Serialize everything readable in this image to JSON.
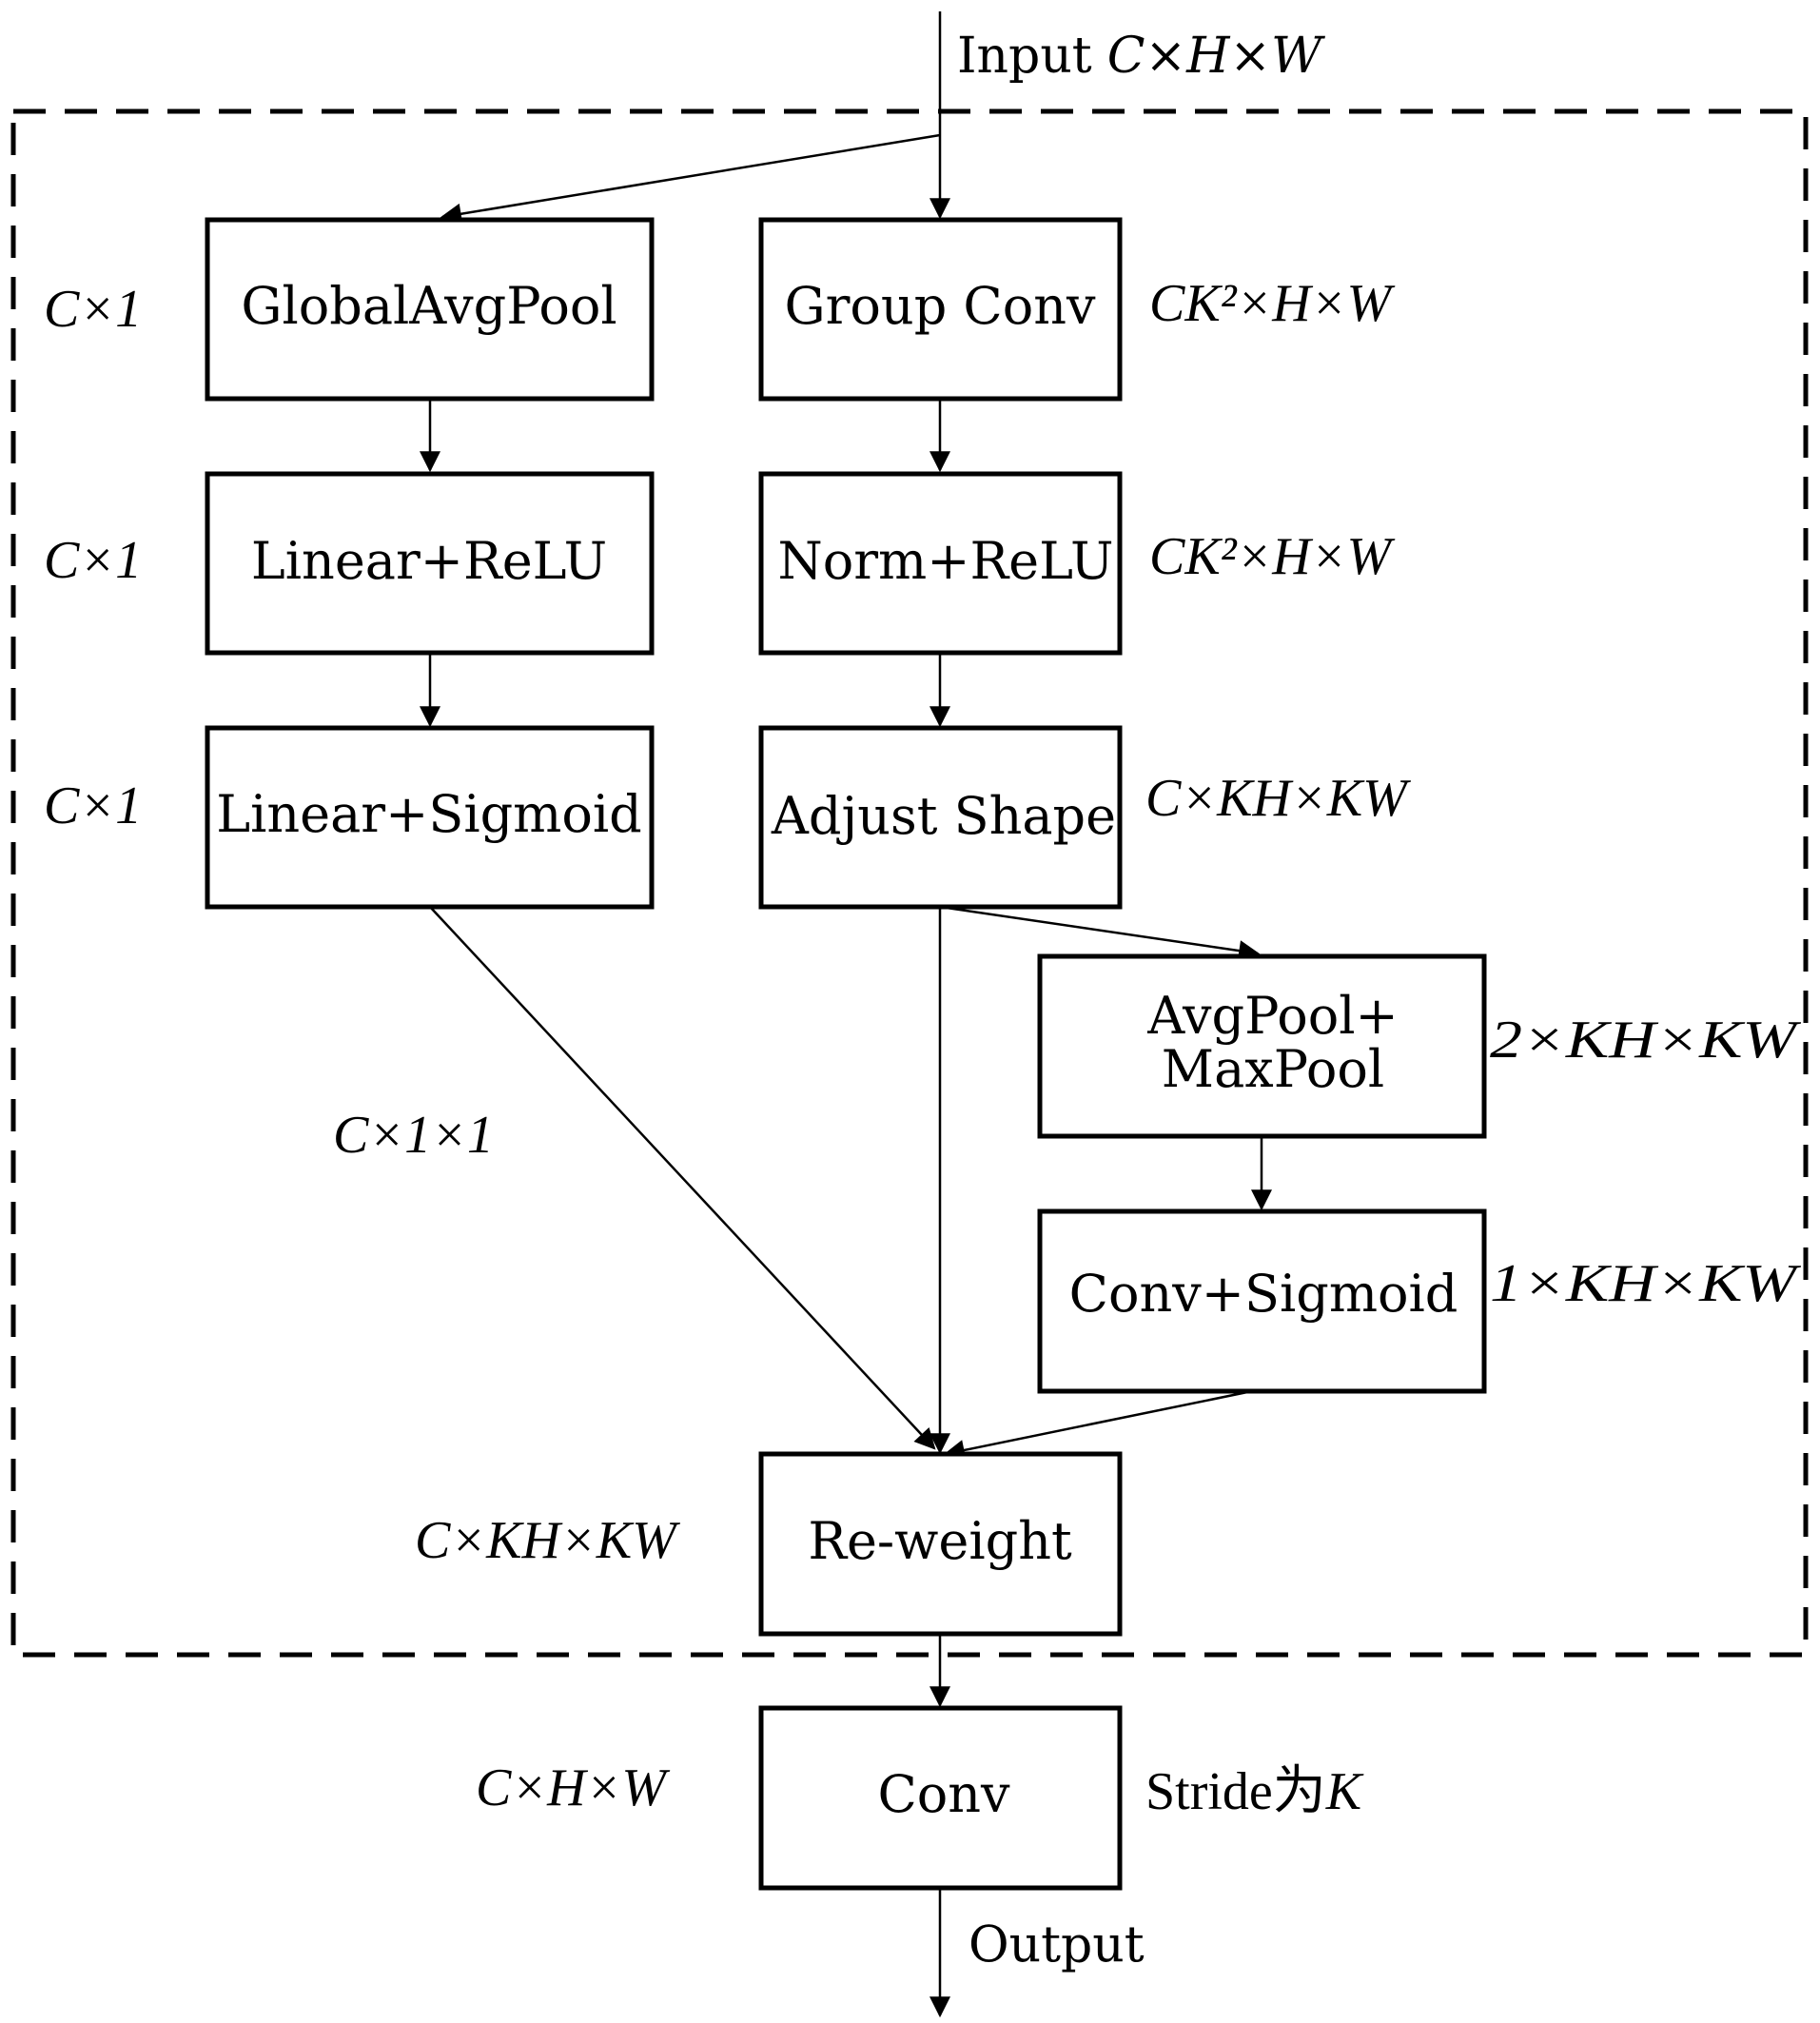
{
  "input_label": "Input",
  "input_dims": "C×H×W",
  "output_label": "Output",
  "stride_prefix": "Stride为",
  "stride_var": "K",
  "boxes": {
    "global_avg_pool": "GlobalAvgPool",
    "linear_relu": "Linear+ReLU",
    "linear_sigmoid": "Linear+Sigmoid",
    "group_conv": "Group Conv",
    "norm_relu": "Norm+ReLU",
    "adjust_shape": "Adjust Shape",
    "avgpool_maxpool_line1": "AvgPool+",
    "avgpool_maxpool_line2": "MaxPool",
    "conv_sigmoid": "Conv+Sigmoid",
    "reweight": "Re-weight",
    "conv": "Conv"
  },
  "dims": {
    "global_avg_pool": "C×1",
    "linear_relu": "C×1",
    "linear_sigmoid": "C×1",
    "channel_weight": "C×1×1",
    "group_conv": "CK²×H×W",
    "norm_relu": "CK²×H×W",
    "adjust_shape": "C×KH×KW",
    "avgpool_maxpool": "2×KH×KW",
    "conv_sigmoid": "1×KH×KW",
    "reweight": "C×KH×KW",
    "conv": "C×H×W"
  }
}
